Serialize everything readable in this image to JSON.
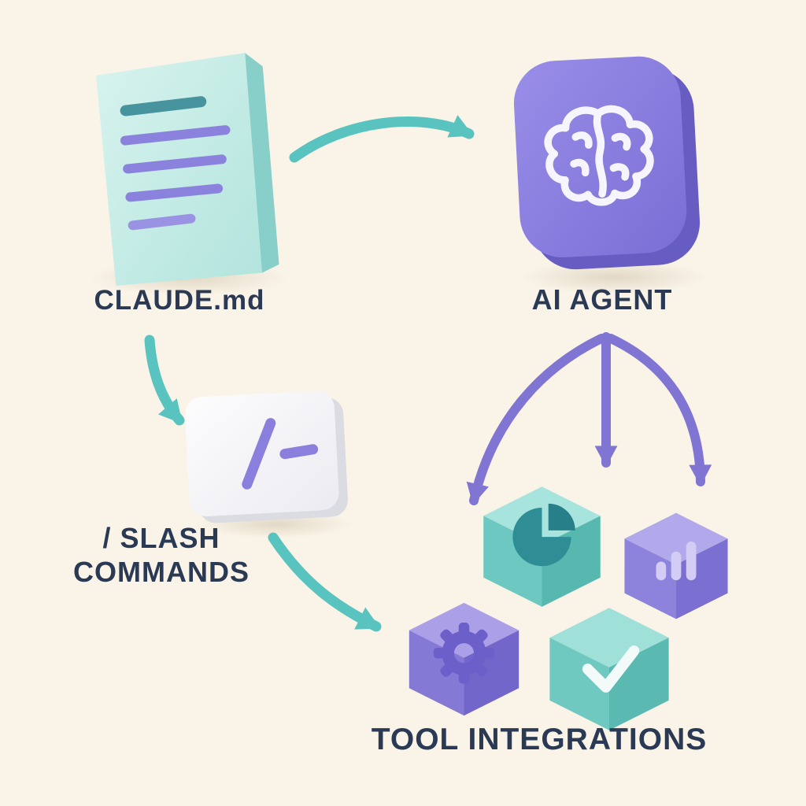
{
  "background_color": "#faf4e8",
  "colors": {
    "teal_accent": "#58c3bf",
    "purple_accent": "#8075d2",
    "text_navy": "#2b3a54",
    "document_mint": "#c6ece6",
    "agent_purple": "#8a7fde",
    "card_white": "#fbfbfd",
    "pie_teal_dark": "#2f8d96",
    "bar_lavender": "#d3cdf6"
  },
  "nodes": {
    "claude_md": {
      "label": "CLAUDE.md",
      "icon": "document-icon"
    },
    "ai_agent": {
      "label": "AI AGENT",
      "icon": "brain-icon"
    },
    "slash_commands": {
      "label_line1": "/ SLASH",
      "label_line2": "COMMANDS",
      "symbol": "/ -",
      "icon": "slash-symbol"
    },
    "tool_integrations": {
      "label": "TOOL INTEGRATIONS",
      "tools": [
        "pie-chart-icon",
        "bar-chart-icon",
        "gear-icon",
        "checkmark-icon"
      ]
    }
  },
  "arrows": [
    {
      "from": "claude_md",
      "to": "ai_agent",
      "color": "#58c3bf"
    },
    {
      "from": "claude_md",
      "to": "slash_commands",
      "color": "#58c3bf"
    },
    {
      "from": "slash_commands",
      "to": "tool_integrations",
      "color": "#58c3bf"
    },
    {
      "from": "ai_agent",
      "to": "tool_integrations",
      "color": "#8075d2",
      "branches": 3
    }
  ]
}
